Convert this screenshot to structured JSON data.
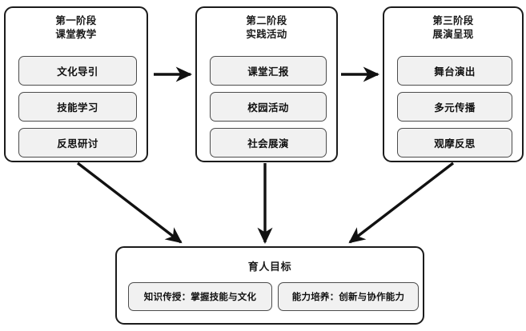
{
  "diagram": {
    "title_text": "",
    "colors": {
      "background": "#ffffff",
      "outline": "#1b1b1b",
      "item_fill": "#f1f1f1",
      "item_outline": "#4c4c4c",
      "text": "#111111",
      "arrow": "#111111"
    },
    "stages": [
      {
        "id": "stage-1",
        "heading": "第一阶段",
        "subheading": "课堂教学",
        "items": [
          {
            "label": "文化导引"
          },
          {
            "label": "技能学习"
          },
          {
            "label": "反思研讨"
          }
        ]
      },
      {
        "id": "stage-2",
        "heading": "第二阶段",
        "subheading": "实践活动",
        "items": [
          {
            "label": "课堂汇报"
          },
          {
            "label": "校园活动"
          },
          {
            "label": "社会展演"
          }
        ]
      },
      {
        "id": "stage-3",
        "heading": "第三阶段",
        "subheading": "展演呈现",
        "items": [
          {
            "label": "舞台演出"
          },
          {
            "label": "多元传播"
          },
          {
            "label": "观摩反思"
          }
        ]
      }
    ],
    "goal": {
      "id": "goal",
      "title": "育人目标",
      "items": [
        {
          "label": "知识传授：掌握技能与文化"
        },
        {
          "label": "能力培养：创新与协作能力"
        }
      ]
    },
    "connectors": [
      {
        "name": "stage1-to-stage2",
        "kind": "arrow-right"
      },
      {
        "name": "stage2-to-stage3",
        "kind": "arrow-right"
      },
      {
        "name": "stage1-to-goal",
        "kind": "arrow-diagonal-down-right"
      },
      {
        "name": "stage2-to-goal",
        "kind": "arrow-down"
      },
      {
        "name": "stage3-to-goal",
        "kind": "arrow-diagonal-down-left"
      }
    ]
  }
}
